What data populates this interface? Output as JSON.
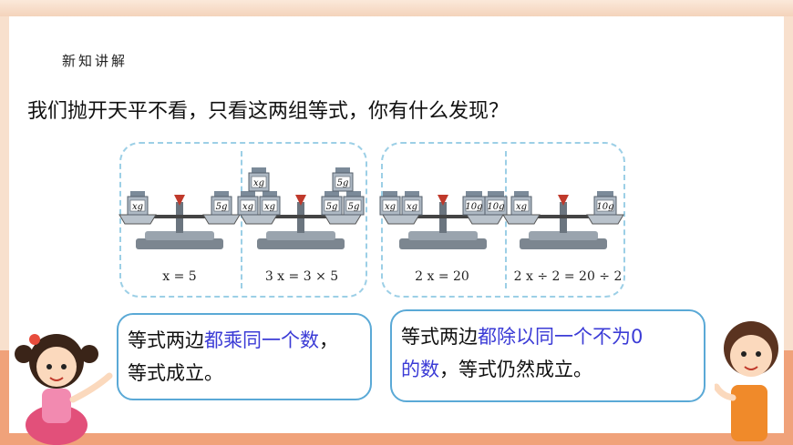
{
  "section": {
    "label": "新知讲解"
  },
  "question": "我们抛开天平不看，只看这两组等式，你有什么发现？",
  "scales": [
    {
      "left": [
        "xg"
      ],
      "right": [
        "5g"
      ],
      "equation": "x = 5"
    },
    {
      "left": [
        "xg",
        "xg",
        "xg"
      ],
      "right": [
        "5g",
        "5g",
        "5g"
      ],
      "equation": "3 x = 3 × 5"
    },
    {
      "left": [
        "xg",
        "xg"
      ],
      "right": [
        "10g",
        "10g"
      ],
      "equation": "2 x = 20"
    },
    {
      "left": [
        "xg"
      ],
      "right": [
        "10g"
      ],
      "equation": "2 x ÷ 2 = 20 ÷ 2"
    }
  ],
  "bubble_left": {
    "line1_pre": "等式两边",
    "line1_hl": "都乘同一个数",
    "line1_post": "，",
    "line2": "等式成立。"
  },
  "bubble_right": {
    "line1_pre": "等式两边",
    "line1_hl": "都除以同一个不为0",
    "line2_hl": "的数",
    "line2_post": "，等式仍然成立。"
  },
  "colors": {
    "highlight": "#3b3bd6",
    "bubble_border": "#5aa9d6",
    "panel_border": "#9ccfe6",
    "floor": "#f0a27a"
  }
}
